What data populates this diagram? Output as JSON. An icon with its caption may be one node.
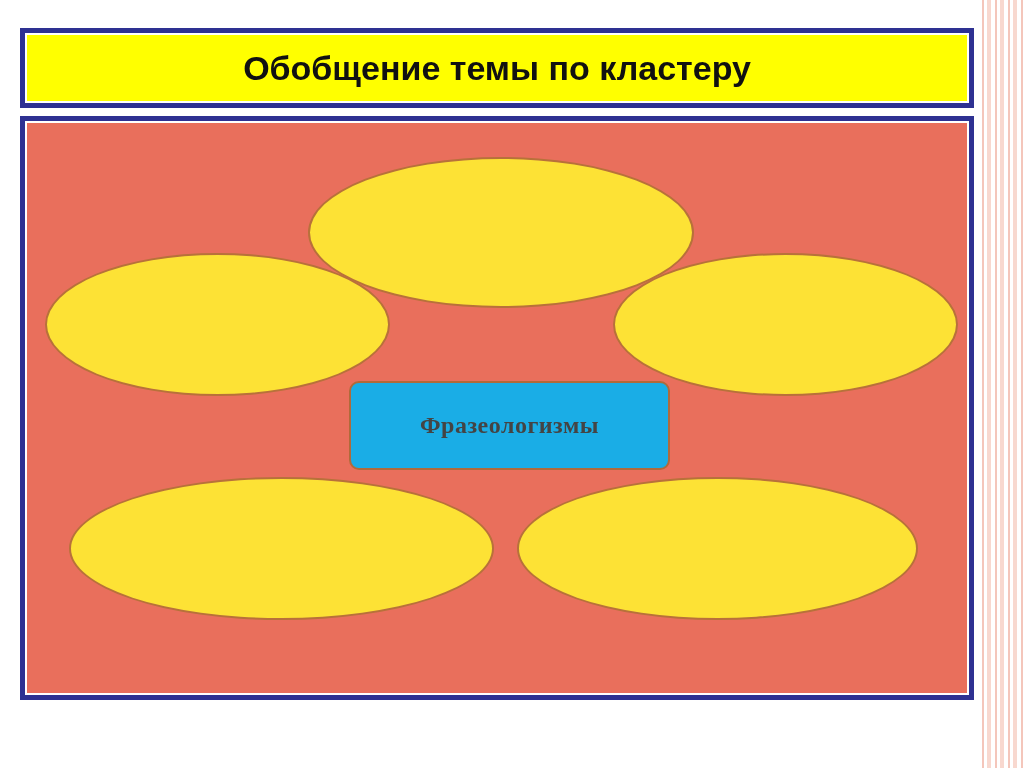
{
  "diagram": {
    "title": "Обобщение темы по кластеру",
    "nodes": [
      {
        "text": [],
        "shape": "box"
      },
      {
        "text": [],
        "shape": "ellipse",
        "in": 0
      },
      {
        "text": [],
        "shape": "ellipse",
        "in": 0
      },
      {
        "text": [],
        "shape": "ellipse",
        "in": 0
      },
      {
        "text": [
          "Фразеологизмы"
        ],
        "in": 0
      },
      {
        "text": [],
        "shape": "ellipse",
        "in": 0
      },
      {
        "text": [],
        "shape": "ellipse",
        "in": 0
      }
    ]
  }
}
